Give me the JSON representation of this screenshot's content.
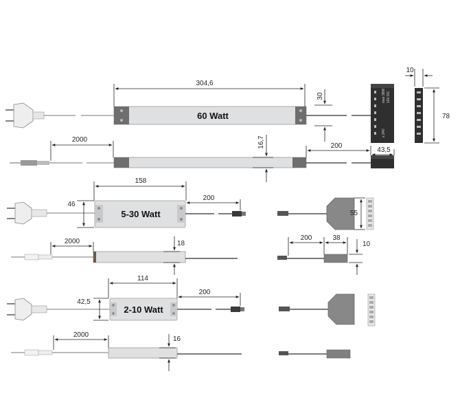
{
  "drivers": [
    {
      "id": "60w",
      "name": "60 Watt",
      "length": "304,6",
      "end_height": "30",
      "cable_left": "2000",
      "profile_height": "16,7",
      "cable_right": "200"
    },
    {
      "id": "5-30w",
      "name": "5-30 Watt",
      "length": "158",
      "height": "46",
      "cable_right": "200",
      "cable_left": "2000",
      "profile_height": "18"
    },
    {
      "id": "2-10w",
      "name": "2-10 Watt",
      "length": "114",
      "height": "42,5",
      "cable_right": "200",
      "cable_left": "2000",
      "profile_height": "16"
    }
  ],
  "distributor_large": {
    "width": "10",
    "height": "78",
    "depth": "43,5",
    "marking_lines": [
      "max 36W",
      "12V DC",
      "x 24V"
    ]
  },
  "distributor_small": {
    "height": "55",
    "cable": "200",
    "length": "38",
    "thickness": "10"
  },
  "colors": {
    "body": "#dfe0e2",
    "cap": "#6e6e6e",
    "cable": "#777777",
    "line": "#222222"
  }
}
